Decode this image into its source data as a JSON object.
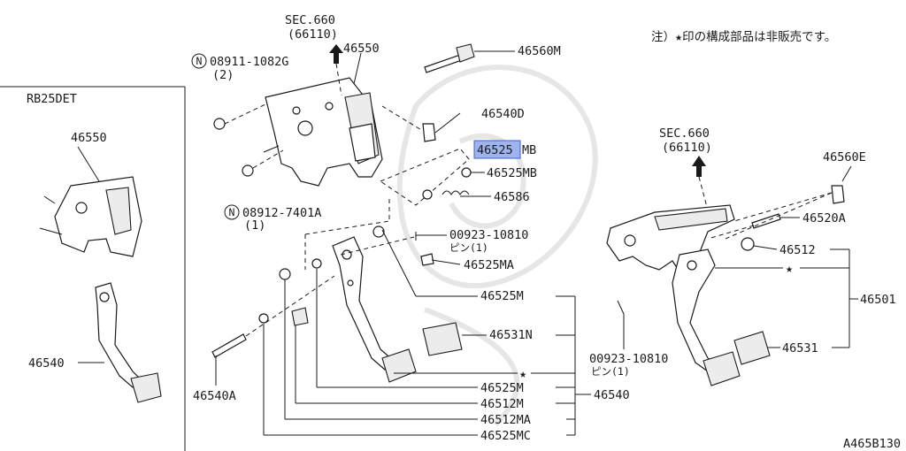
{
  "diagram": {
    "note": "注）★印の構成部品は非販売です。",
    "figure_id": "A465B130",
    "inset_title": "RB25DET",
    "sec_ref_top": {
      "sec": "SEC.660",
      "code": "(66110)"
    },
    "sec_ref_right": {
      "sec": "SEC.660",
      "code": "(66110)"
    },
    "labels": {
      "l_46550_top": "46550",
      "l_46560M": "46560M",
      "l_08911": "08911-1082G",
      "l_08911_qty": "(2)",
      "l_46540D": "46540D",
      "l_46525MB_hl_a": "46525",
      "l_46525MB_hl_b": "MB",
      "l_46525MB": "46525MB",
      "l_46586": "46586",
      "l_08912": "08912-7401A",
      "l_08912_qty": "(1)",
      "l_00923_a": "00923-10810",
      "l_pin_a": "ピン(1)",
      "l_46525MA": "46525MA",
      "l_46525M_a": "46525M",
      "l_46531N": "46531N",
      "l_46525M_b": "46525M",
      "l_46540_main": "46540",
      "l_46512M": "46512M",
      "l_46512MA": "46512MA",
      "l_46525MC": "46525MC",
      "l_46540A": "46540A",
      "l_46550_inset": "46550",
      "l_46540_inset": "46540",
      "l_46560E": "46560E",
      "l_46520A": "46520A",
      "l_46512": "46512",
      "l_46501": "46501",
      "l_46531": "46531",
      "l_00923_b": "00923-10810",
      "l_pin_b": "ピン(1)",
      "star_a": "★",
      "star_b": "★"
    },
    "nut_symbol": "N"
  }
}
